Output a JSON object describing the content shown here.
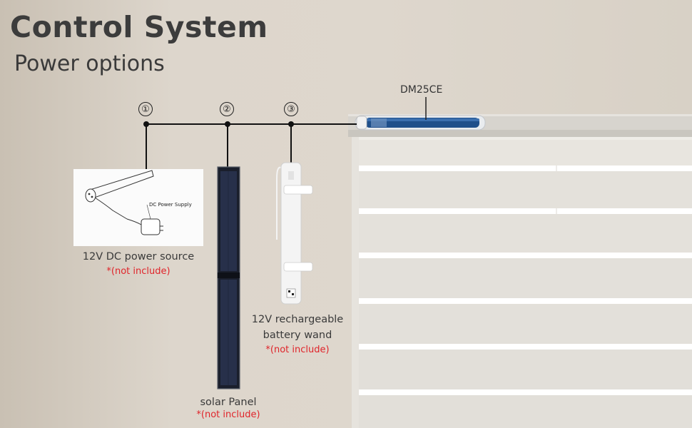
{
  "header": {
    "title": "Control System",
    "subtitle": "Power options"
  },
  "motor": {
    "label": "DM25CE"
  },
  "options": [
    {
      "number": "①",
      "label": "12V DC power source",
      "note": "*(not include)",
      "illustration_text": "DC Power Supply"
    },
    {
      "number": "②",
      "label": "solar Panel",
      "note": "*(not include)"
    },
    {
      "number": "③",
      "label_lines": [
        "12V rechargeable",
        "battery wand"
      ],
      "note": "*(not include)"
    }
  ],
  "colors": {
    "wall": "#ddd6cc",
    "note_red": "#e0242a",
    "motor_blue": "#1f4f8a",
    "blind_white": "#f4f2ee"
  }
}
